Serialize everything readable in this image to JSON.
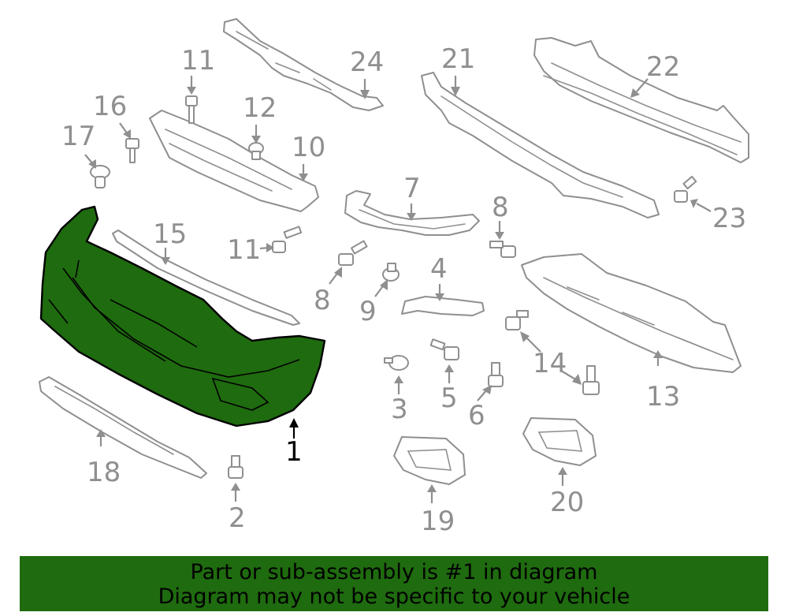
{
  "colors": {
    "highlight_part": "#1f6b0f",
    "banner_background": "#1f6b0f",
    "line_gray": "#8f8f8f",
    "primary_line": "#000000",
    "background": "#ffffff"
  },
  "callouts": {
    "c1": "1",
    "c2": "2",
    "c3": "3",
    "c4": "4",
    "c5": "5",
    "c6": "6",
    "c7": "7",
    "c8a": "8",
    "c8b": "8",
    "c9": "9",
    "c10": "10",
    "c11a": "11",
    "c11b": "11",
    "c12": "12",
    "c13": "13",
    "c14": "14",
    "c15": "15",
    "c16": "16",
    "c17": "17",
    "c18": "18",
    "c19": "19",
    "c20": "20",
    "c21": "21",
    "c22": "22",
    "c23": "23",
    "c24": "24"
  },
  "banner": {
    "line1": "Part or sub-assembly is #1 in diagram",
    "line2": "Diagram may not be specific to your vehicle"
  }
}
